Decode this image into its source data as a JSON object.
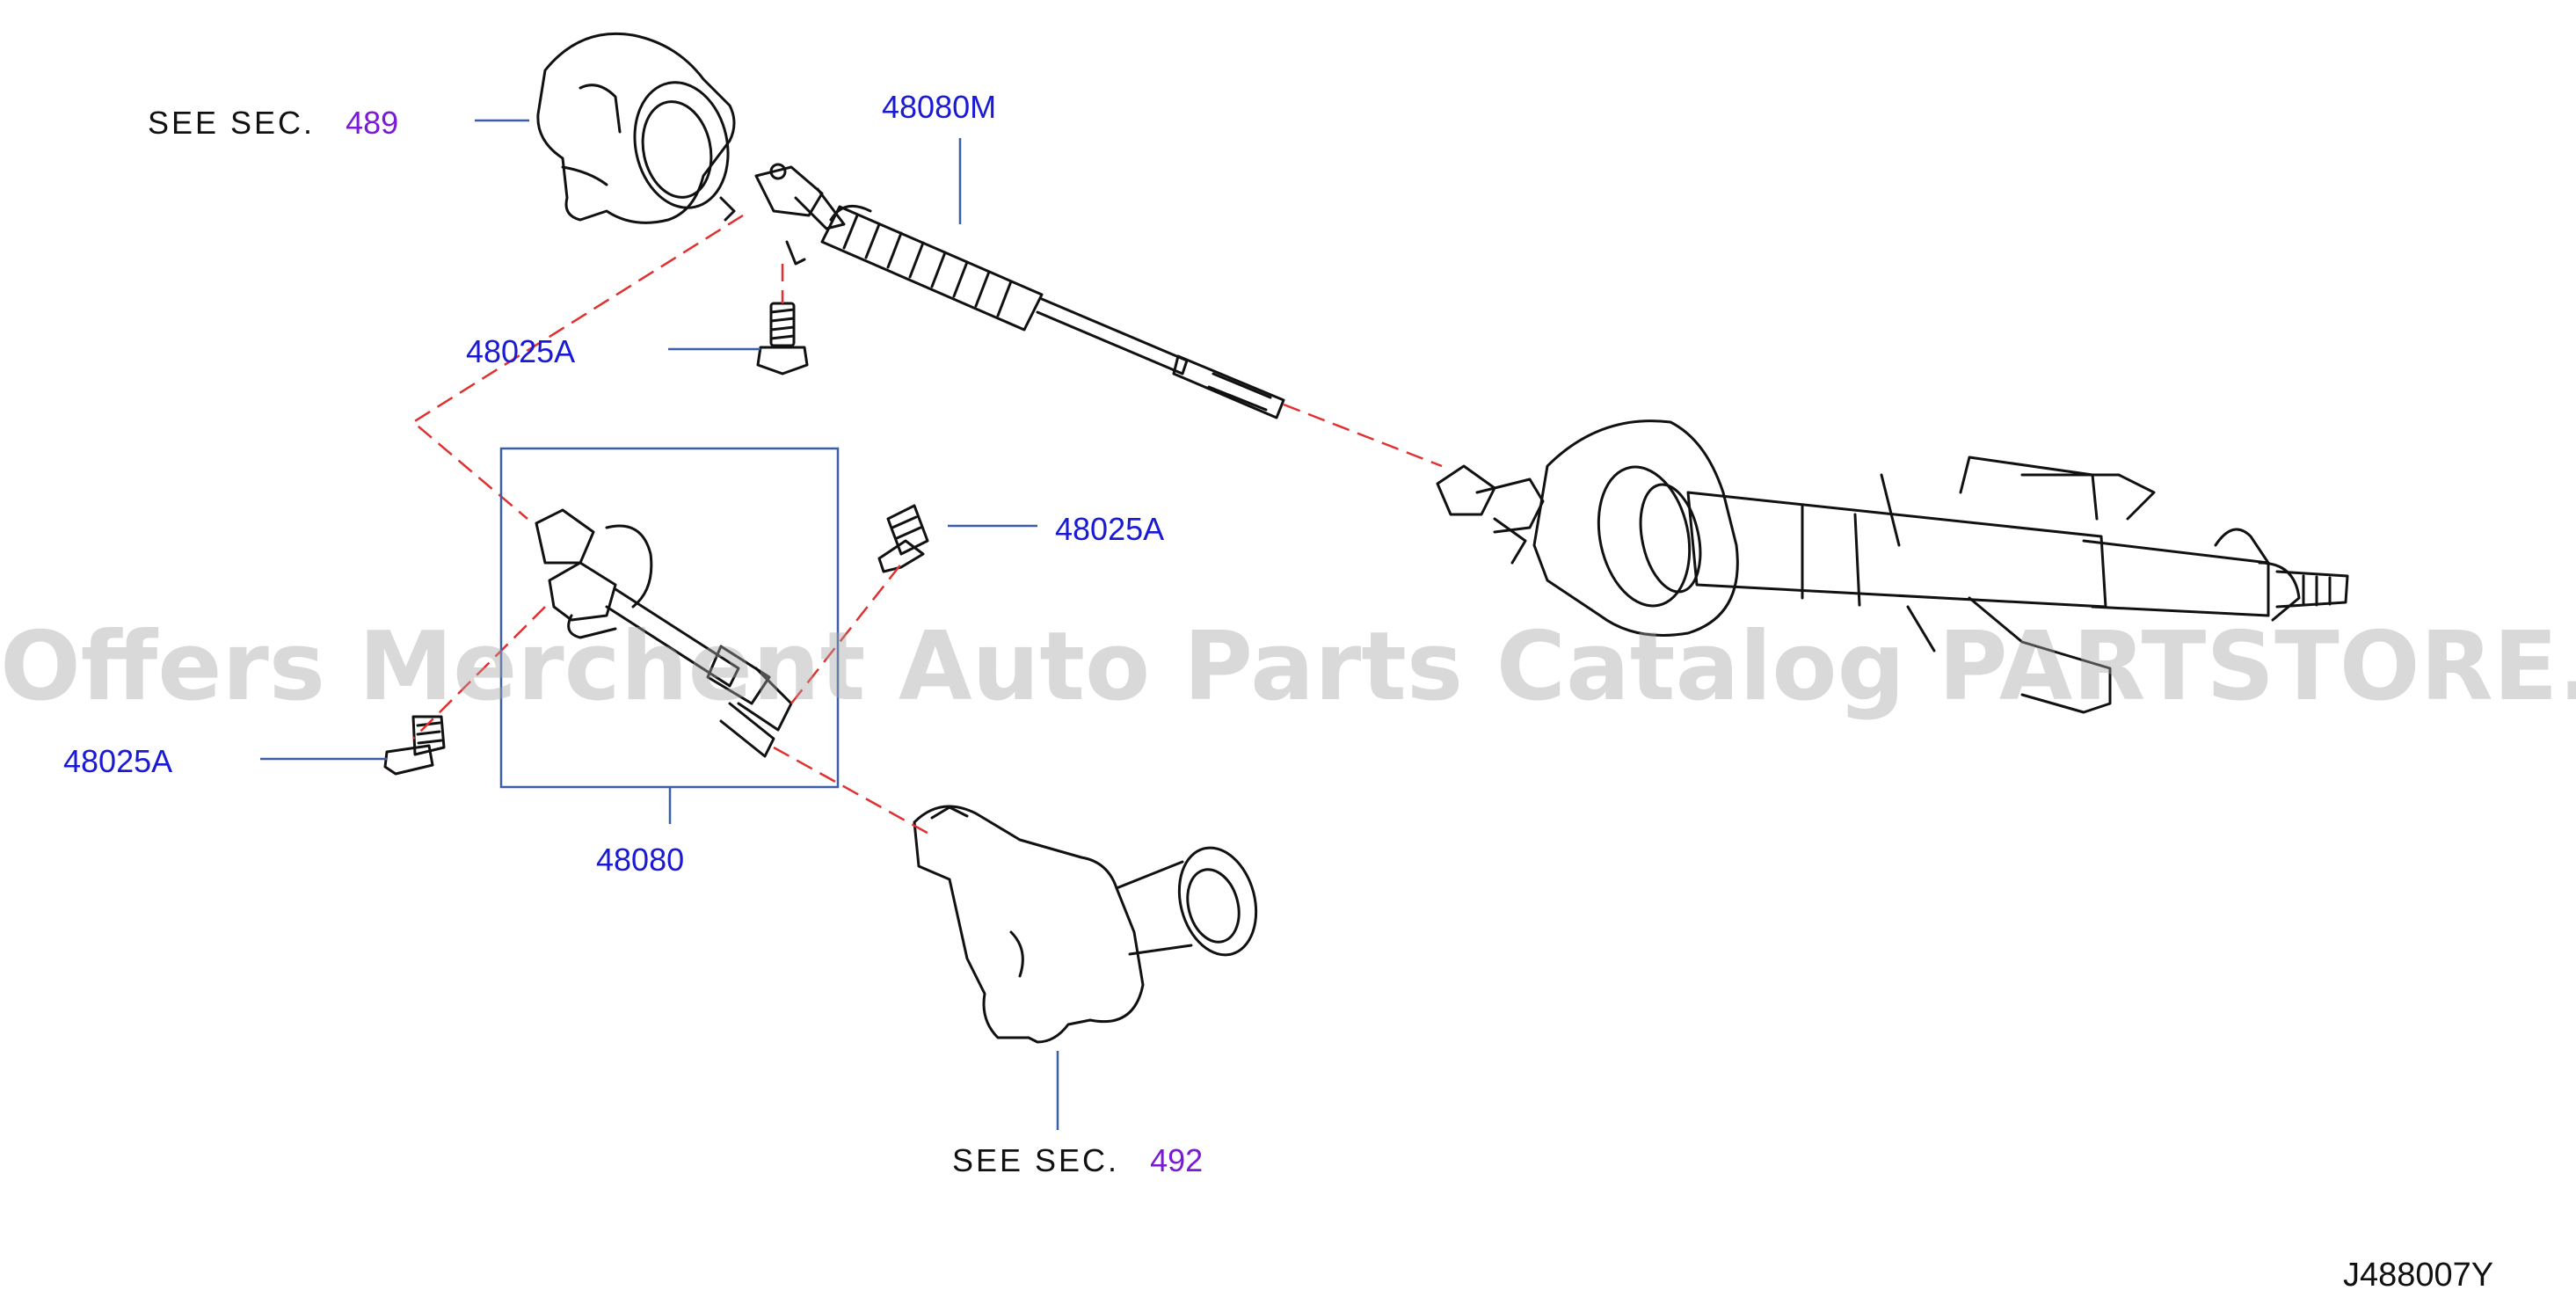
{
  "labels": {
    "see_sec_489": {
      "text": "SEE  SEC.",
      "number": "489"
    },
    "see_sec_492": {
      "text": "SEE  SEC.",
      "number": "492"
    },
    "part_48080M": "48080M",
    "part_48025A_top": "48025A",
    "part_48025A_right": "48025A",
    "part_48025A_left": "48025A",
    "part_48080": "48080",
    "diagram_code": "J488007Y"
  },
  "watermark": "Offers Merchent Auto Parts Catalog PARTSTORE.SA",
  "colors": {
    "part_label": "#1a1ad6",
    "section_number": "#7a1ad6",
    "leader_line": "#3a5fa8",
    "dashed_line": "#e03030",
    "drawing": "#111111",
    "watermark": "#a5a5a5"
  }
}
